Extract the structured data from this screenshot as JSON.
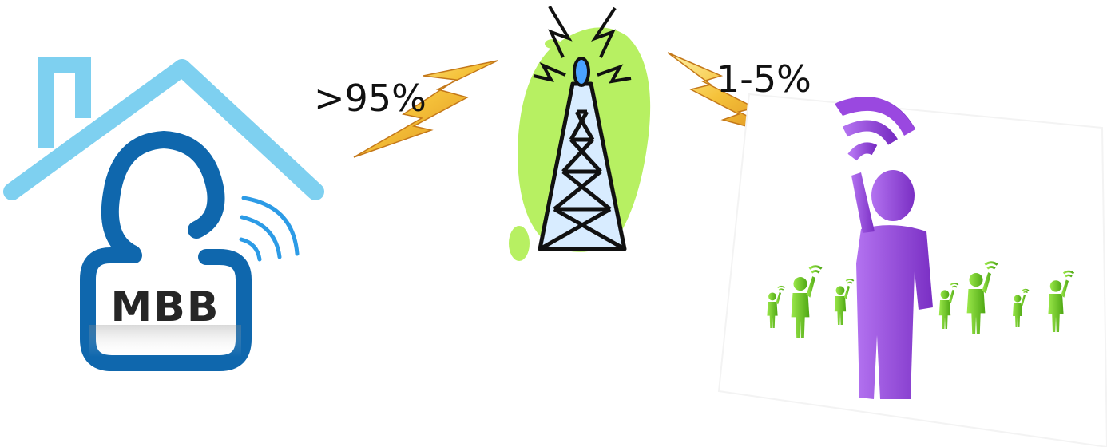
{
  "home": {
    "badge_text": "MBB"
  },
  "links": {
    "home_to_tower": ">95%",
    "tower_to_people": "1-5%"
  },
  "colors": {
    "roof": "#7ed0f0",
    "person_outline": "#0f67ad",
    "wifi_blue": "#2c9be6",
    "tower_blob": "#b7f062",
    "bolt": "#f2b21e",
    "purple": "#9a48e0",
    "green": "#70d11e"
  }
}
